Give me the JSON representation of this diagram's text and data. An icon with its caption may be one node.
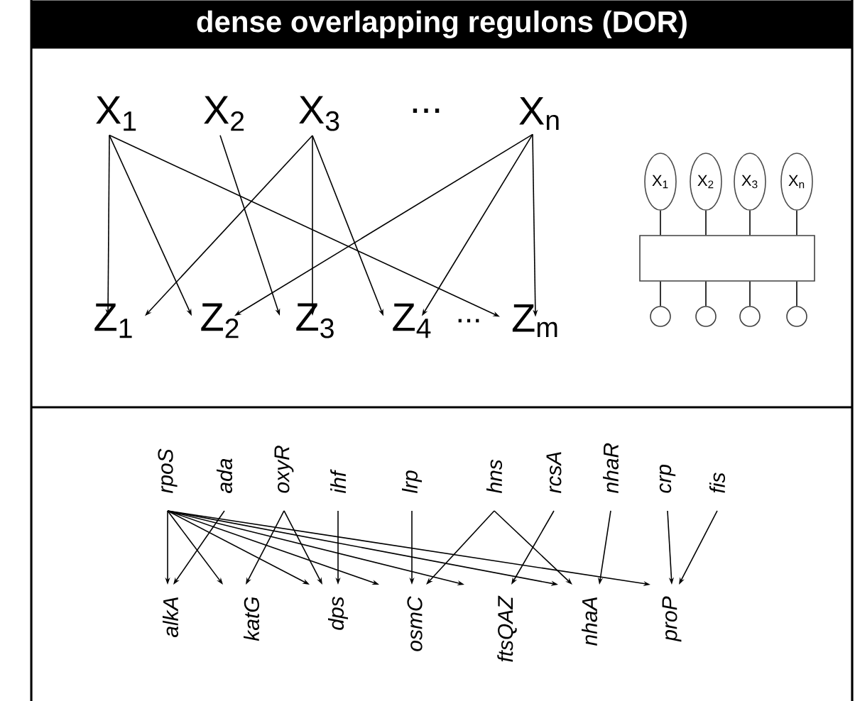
{
  "diagram": {
    "title": "dense overlapping regulons (DOR)",
    "nodes": [
      {
        "text": [
          "X$_{1}$"
        ]
      },
      {
        "text": [
          "X$_{2}$"
        ]
      },
      {
        "text": [
          "X$_{3}$"
        ]
      },
      {
        "text": [
          "X$_{n}$"
        ]
      },
      {
        "text": [
          "Z$_{1}$"
        ]
      },
      {
        "text": [
          "Z$_{2}$"
        ]
      },
      {
        "text": [
          "Z$_{3}$"
        ]
      },
      {
        "text": [
          "Z$_{4}$"
        ]
      },
      {
        "text": [
          "Z$_{m}$"
        ]
      },
      {
        "text": [
          "X$_{1}$"
        ]
      },
      {
        "text": [
          "X$_{2}$"
        ]
      },
      {
        "text": [
          "X$_{3}$"
        ]
      },
      {
        "text": [
          "X$_{n}$"
        ]
      },
      {
        "text": [],
        "shape": "box"
      },
      {
        "text": [],
        "shape": "circle"
      },
      {
        "text": [],
        "shape": "circle"
      },
      {
        "text": [],
        "shape": "circle"
      },
      {
        "text": [],
        "shape": "circle"
      },
      {
        "text": [
          "rpoS"
        ]
      },
      {
        "text": [
          "ada"
        ]
      },
      {
        "text": [
          "oxyR"
        ]
      },
      {
        "text": [
          "ihf"
        ]
      },
      {
        "text": [
          "lrp"
        ]
      },
      {
        "text": [
          "hns"
        ]
      },
      {
        "text": [
          "rcsA"
        ]
      },
      {
        "text": [
          "nhaR"
        ]
      },
      {
        "text": [
          "crp"
        ]
      },
      {
        "text": [
          "fis"
        ]
      },
      {
        "text": [
          "alkA"
        ]
      },
      {
        "text": [
          "katG"
        ]
      },
      {
        "text": [
          "dps"
        ]
      },
      {
        "text": [
          "osmC"
        ]
      },
      {
        "text": [
          "ftsQAZ"
        ]
      },
      {
        "text": [
          "nhaA"
        ]
      },
      {
        "text": [
          "proP"
        ]
      }
    ],
    "edges": [
      {
        "from": 0,
        "to": 4,
        "arrow": "to"
      },
      {
        "from": 0,
        "to": 5,
        "arrow": "to"
      },
      {
        "from": 0,
        "to": 8,
        "arrow": "to"
      },
      {
        "from": 1,
        "to": 6,
        "arrow": "to"
      },
      {
        "from": 2,
        "to": 4,
        "arrow": "to"
      },
      {
        "from": 2,
        "to": 6,
        "arrow": "to"
      },
      {
        "from": 2,
        "to": 7,
        "arrow": "to"
      },
      {
        "from": 3,
        "to": 5,
        "arrow": "to"
      },
      {
        "from": 3,
        "to": 7,
        "arrow": "to"
      },
      {
        "from": 3,
        "to": 8,
        "arrow": "to"
      },
      {
        "from": 9,
        "to": 13,
        "arrow": "none"
      },
      {
        "from": 10,
        "to": 13,
        "arrow": "none"
      },
      {
        "from": 11,
        "to": 13,
        "arrow": "none"
      },
      {
        "from": 12,
        "to": 13,
        "arrow": "none"
      },
      {
        "from": 13,
        "to": 14,
        "arrow": "none"
      },
      {
        "from": 13,
        "to": 15,
        "arrow": "none"
      },
      {
        "from": 13,
        "to": 16,
        "arrow": "none"
      },
      {
        "from": 13,
        "to": 17,
        "arrow": "none"
      },
      {
        "from": 18,
        "to": 28,
        "arrow": "to"
      },
      {
        "from": 18,
        "to": 29,
        "arrow": "to"
      },
      {
        "from": 18,
        "to": 30,
        "arrow": "to"
      },
      {
        "from": 18,
        "to": 31,
        "arrow": "to"
      },
      {
        "from": 18,
        "to": 32,
        "arrow": "to"
      },
      {
        "from": 18,
        "to": 33,
        "arrow": "to"
      },
      {
        "from": 18,
        "to": 34,
        "arrow": "to"
      },
      {
        "from": 19,
        "to": 28,
        "arrow": "to"
      },
      {
        "from": 20,
        "to": 29,
        "arrow": "to"
      },
      {
        "from": 20,
        "to": 30,
        "arrow": "to"
      },
      {
        "from": 21,
        "to": 30,
        "arrow": "to"
      },
      {
        "from": 22,
        "to": 31,
        "arrow": "to"
      },
      {
        "from": 23,
        "to": 31,
        "arrow": "to"
      },
      {
        "from": 23,
        "to": 33,
        "arrow": "to"
      },
      {
        "from": 24,
        "to": 32,
        "arrow": "to"
      },
      {
        "from": 25,
        "to": 33,
        "arrow": "to"
      },
      {
        "from": 26,
        "to": 34,
        "arrow": "to"
      },
      {
        "from": 27,
        "to": 34,
        "arrow": "to"
      }
    ],
    "labels": [
      "...",
      "..."
    ]
  }
}
